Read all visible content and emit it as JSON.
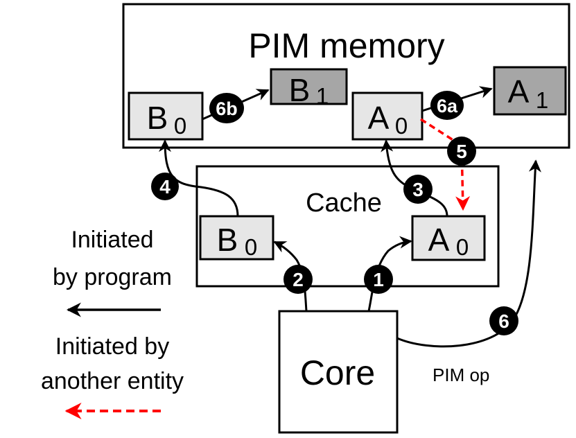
{
  "pim_memory": {
    "title": "PIM memory",
    "blocks": {
      "b0": {
        "letter": "B",
        "sub": "0"
      },
      "b1": {
        "letter": "B",
        "sub": "1"
      },
      "a0": {
        "letter": "A",
        "sub": "0"
      },
      "a1": {
        "letter": "A",
        "sub": "1"
      }
    }
  },
  "cache": {
    "title": "Cache",
    "blocks": {
      "b0": {
        "letter": "B",
        "sub": "0"
      },
      "a0": {
        "letter": "A",
        "sub": "0"
      }
    }
  },
  "core": {
    "label": "Core"
  },
  "pim_op_label": "PIM op",
  "steps": {
    "s1": "1",
    "s2": "2",
    "s3": "3",
    "s4": "4",
    "s5": "5",
    "s6": "6",
    "s6a": "6a",
    "s6b": "6b"
  },
  "legend": {
    "program_line1": "Initiated",
    "program_line2": "by program",
    "other_line1": "Initiated by",
    "other_line2": "another entity"
  },
  "colors": {
    "pim_block_light": "#e6e6e6",
    "pim_block_dark": "#a6a6a6",
    "cache_block": "#e6e6e6",
    "program_arrow": "#000000",
    "other_entity_arrow": "#ff0000",
    "badge": "#000000"
  }
}
